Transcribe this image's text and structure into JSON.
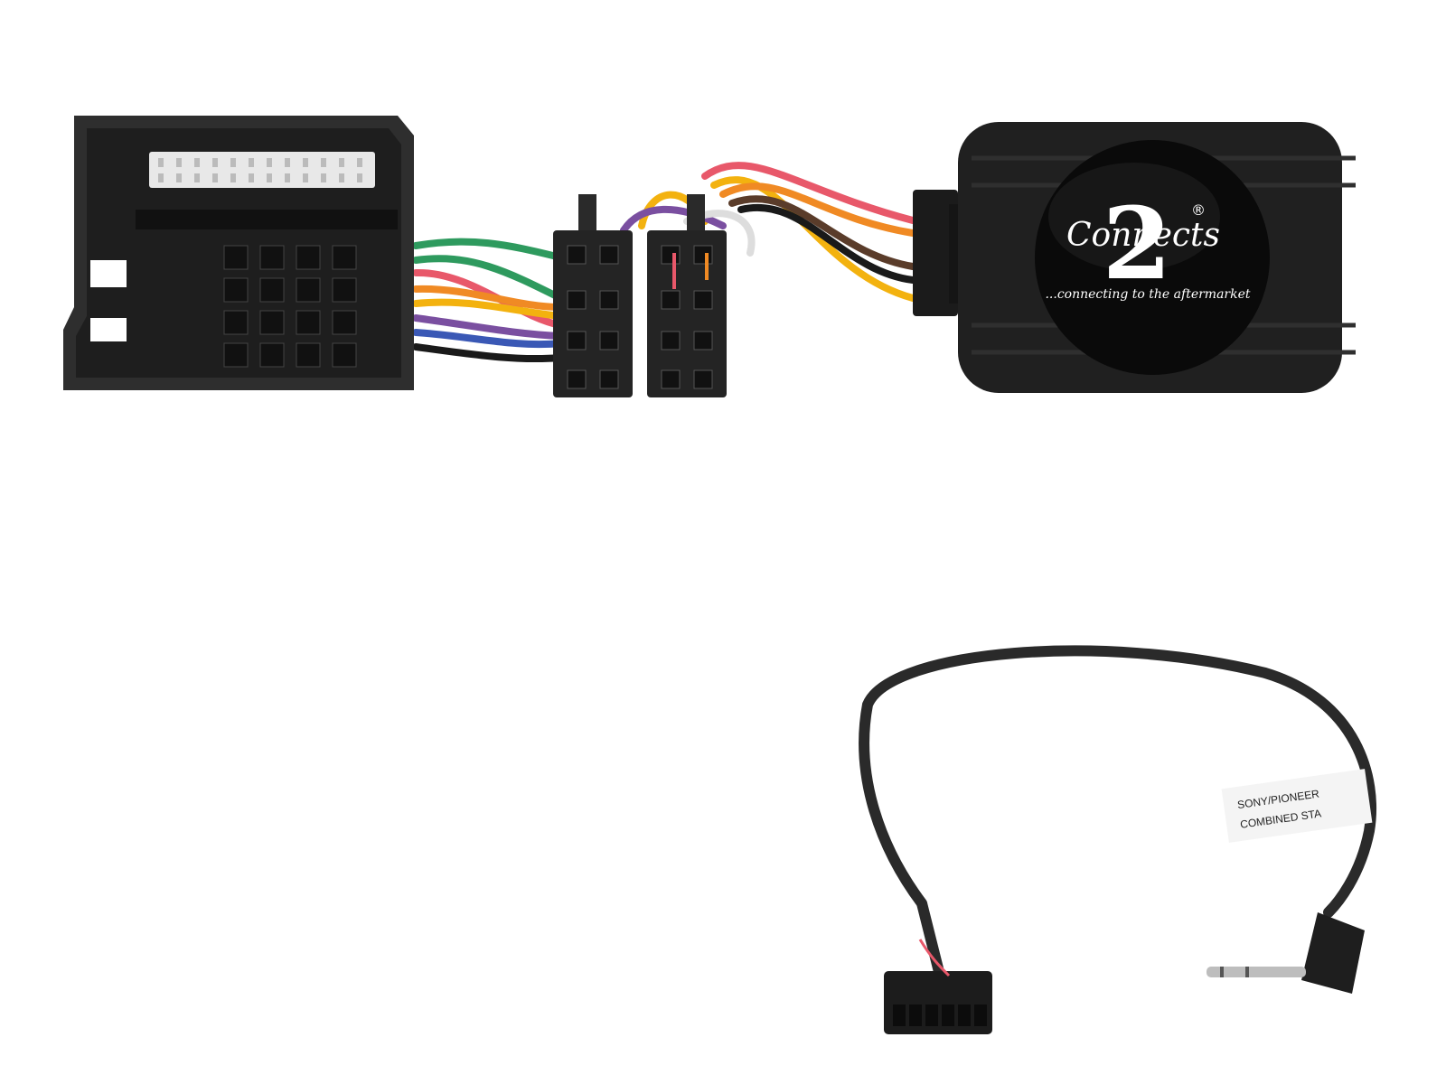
{
  "logo": {
    "brand_word": "Connects",
    "brand_numeral": "2",
    "registered_mark": "®",
    "tagline": "...connecting to the aftermarket"
  },
  "patch_lead": {
    "label_line1": "SONY/PIONEER",
    "label_line2": "COMBINED STA"
  },
  "colors": {
    "background": "#ffffff",
    "plastic": "#2e2e2e",
    "plastic_dark": "#1d1d1d",
    "module_body": "#202020",
    "wire_green": "#2e9a5e",
    "wire_yellow": "#f3b20f",
    "wire_red": "#e8586a",
    "wire_orange": "#f08a24",
    "wire_purple": "#7a4fa0",
    "wire_blue": "#3a58b5",
    "wire_brown": "#5a3c2a",
    "wire_white": "#dddddd",
    "wire_black": "#1a1a1a"
  }
}
